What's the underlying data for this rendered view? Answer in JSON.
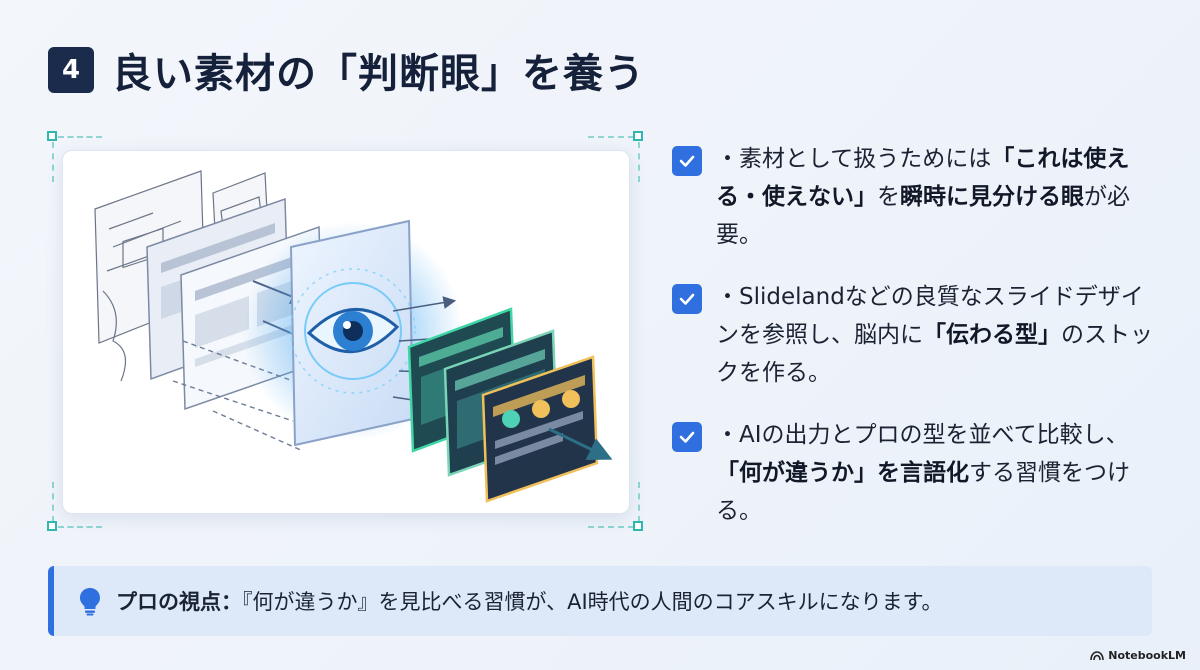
{
  "header": {
    "number": "4",
    "title": "良い素材の「判断眼」を養う"
  },
  "bullets": [
    {
      "t1": "素材として扱うためには",
      "b1": "「これは使える・使えない」",
      "t2": "を",
      "b2": "瞬時に見分ける眼",
      "t3": "が必要。"
    },
    {
      "t1": "Slidelandなどの良質なスライドデザインを参照し、脳内に",
      "b1": "「伝わる型」",
      "t2": "のストックを作る。"
    },
    {
      "t1": "AIの出力とプロの型を並べて比較し、",
      "b1": "「何が違うか」を言語化",
      "t2": "する習慣をつける。"
    }
  ],
  "footer": {
    "label": "プロの視点：",
    "text": "『何が違うか』を見比べる習慣が、AI時代の人間のコアスキルになります。"
  },
  "brand": "NotebookLM",
  "colors": {
    "accent": "#2f6fdf",
    "title_badge": "#1a2b4c",
    "footer_bg": "#dde8f8",
    "frame_teal": "#2fb7b0"
  },
  "icons": {
    "check": "checkbox-checked-icon",
    "bulb": "lightbulb-icon",
    "eye": "eye-icon",
    "brand": "notebooklm-logo-icon"
  }
}
